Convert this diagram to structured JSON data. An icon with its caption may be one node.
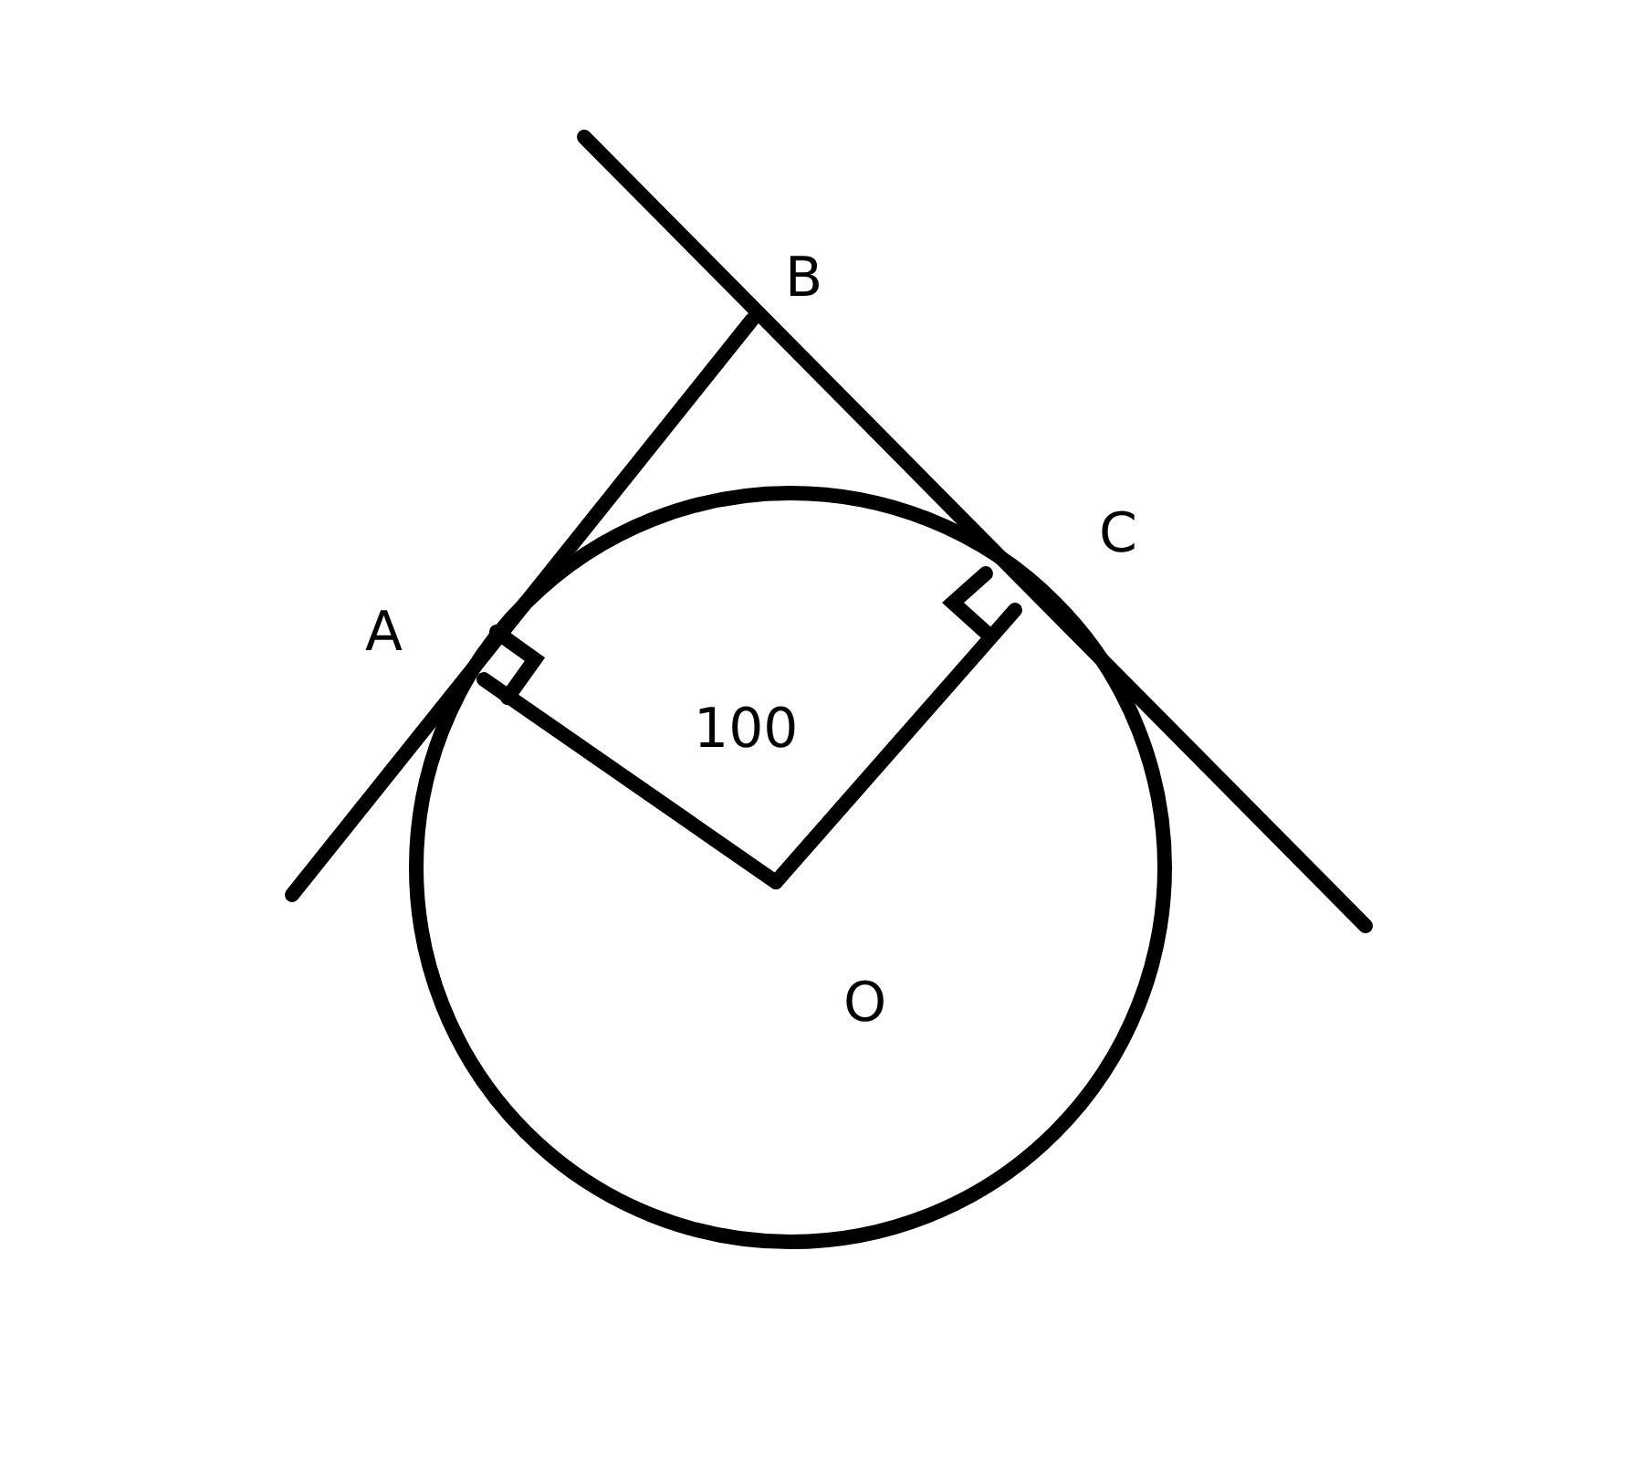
{
  "diagram": {
    "labels": [
      "B",
      "C",
      "A",
      "100",
      "O"
    ]
  }
}
